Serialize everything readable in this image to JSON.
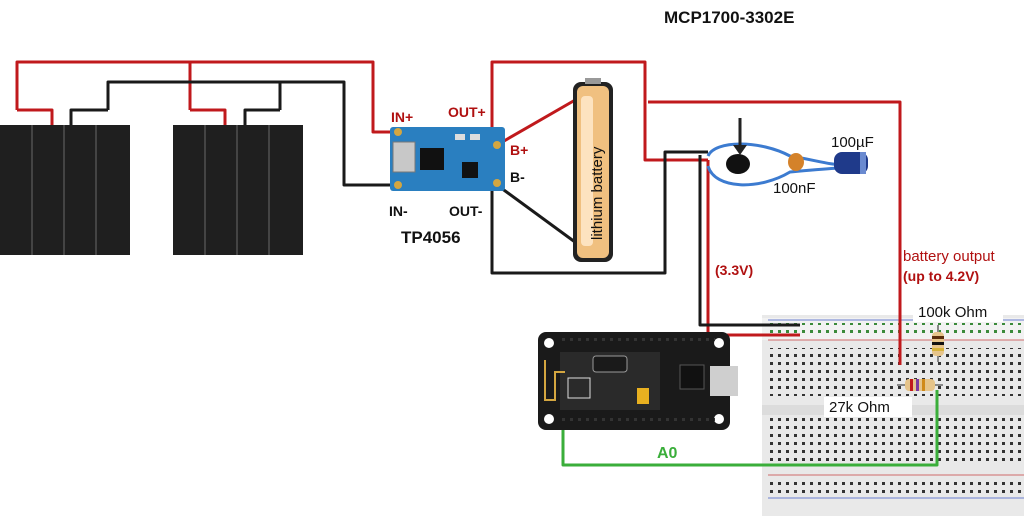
{
  "labels": {
    "regulator": "MCP1700-3302E",
    "in_plus": "IN+",
    "in_minus": "IN-",
    "out_plus": "OUT+",
    "out_minus": "OUT-",
    "b_plus": "B+",
    "b_minus": "B-",
    "charger": "TP4056",
    "battery": "lithium battery",
    "cap_big": "100µF",
    "cap_small": "100nF",
    "voltage_33": "(3.3V)",
    "battery_output": "battery output",
    "up_to": "(up to 4.2V)",
    "r1": "100k Ohm",
    "r2": "27k Ohm",
    "adc": "A0"
  },
  "colors": {
    "wire_red": "#c0191c",
    "wire_black": "#1a1a1a",
    "wire_green": "#3aae3a",
    "pcb_blue": "#2a7fc0",
    "label_red": "#b01010",
    "panel": "#1e1e1e"
  }
}
